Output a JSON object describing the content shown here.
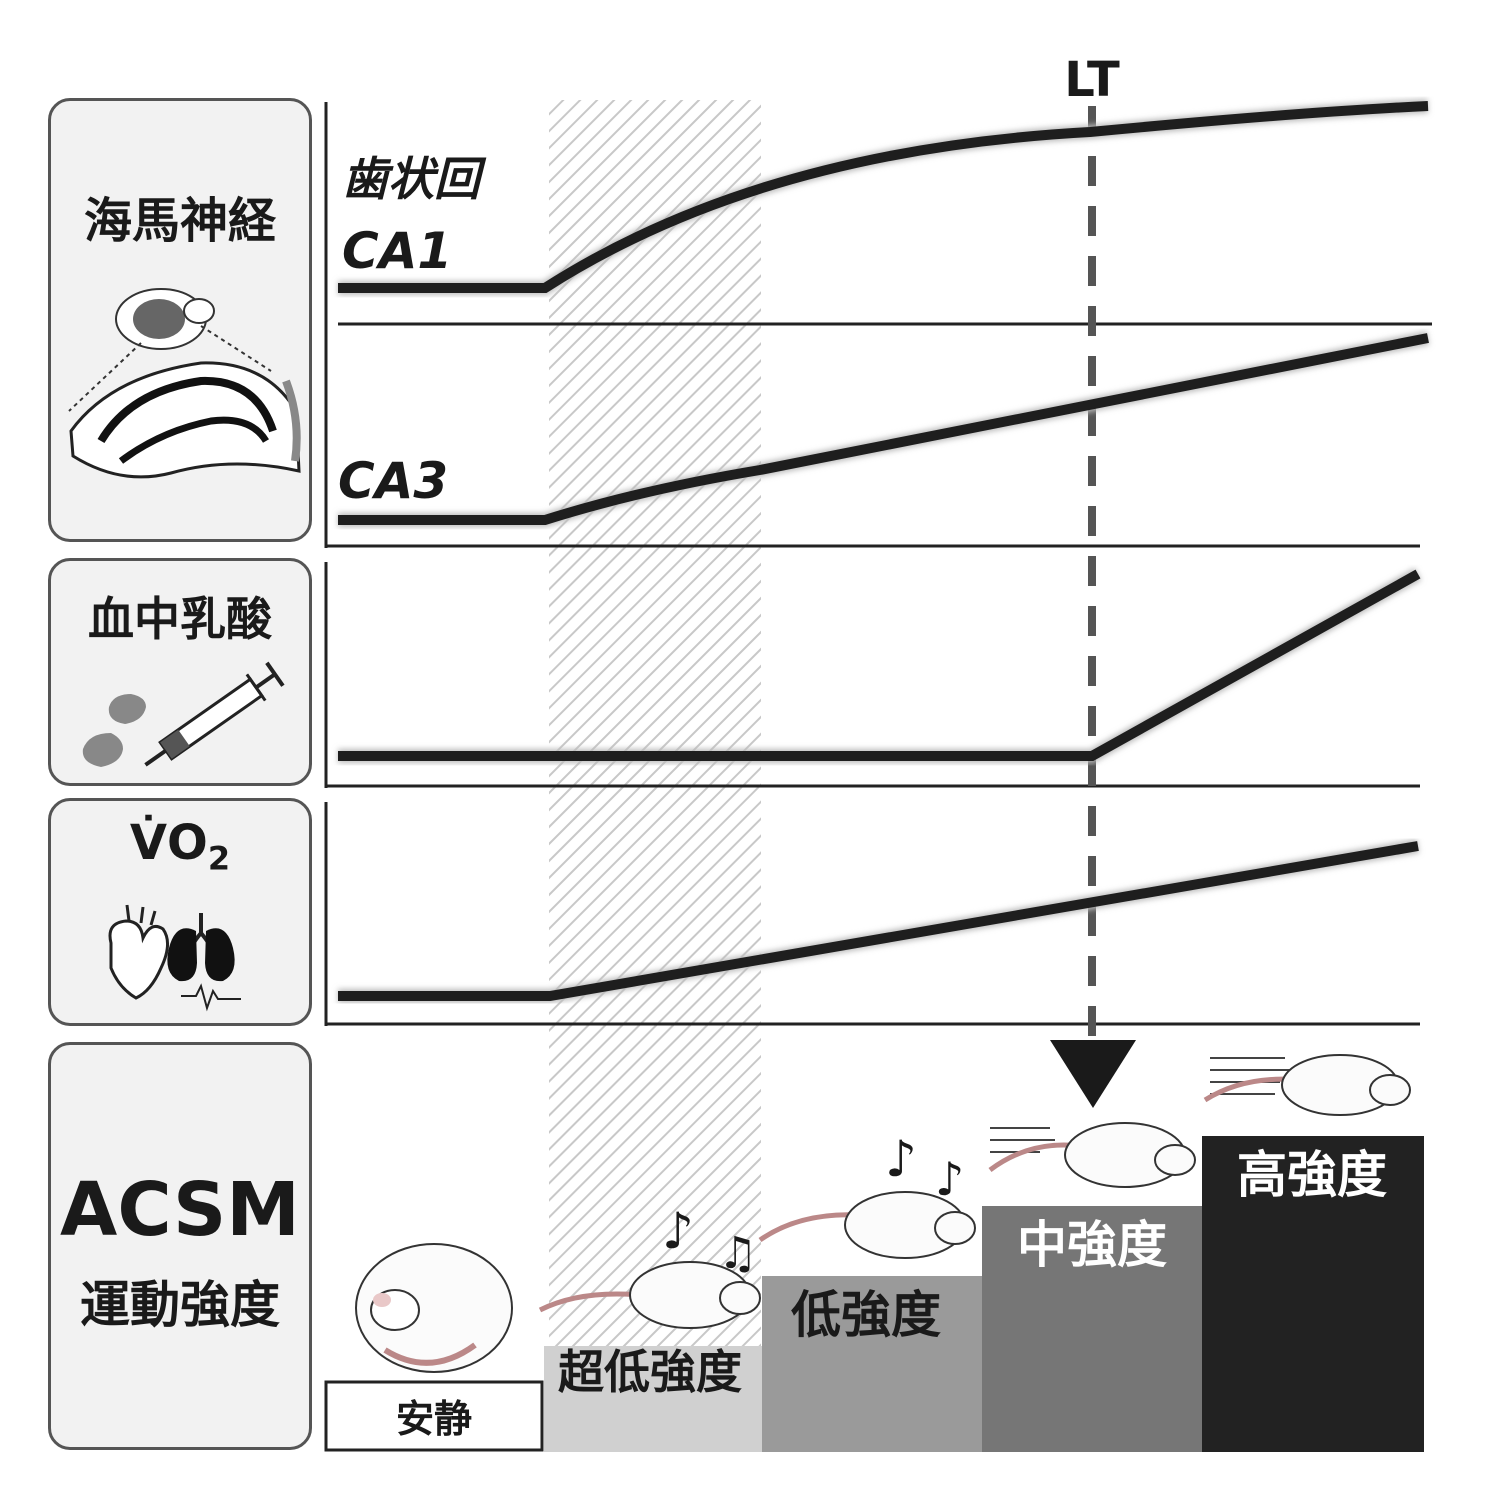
{
  "panels": {
    "hippocampus": {
      "label": "海馬神経",
      "icon": "brain-hippocampus-icon"
    },
    "lactate": {
      "label": "血中乳酸",
      "icon": "blood-syringe-icon"
    },
    "vo2": {
      "label_main": "V̇O",
      "label_sub": "2",
      "icon": "heart-lungs-icon"
    },
    "acsm": {
      "label_line1": "ACSM",
      "label_line2": "運動強度"
    }
  },
  "threshold": {
    "label": "LT"
  },
  "regions": {
    "dentate": "歯状回",
    "ca1": "CA1",
    "ca3": "CA3"
  },
  "intensity_levels": [
    {
      "label": "安静",
      "relative_level": 0.0,
      "color": "#ffffff"
    },
    {
      "label": "超低強度",
      "relative_level": 0.2,
      "color": "#d0d0d0"
    },
    {
      "label": "低強度",
      "relative_level": 0.4,
      "color": "#9a9a9a"
    },
    {
      "label": "中強度",
      "relative_level": 0.6,
      "color": "#767676"
    },
    {
      "label": "高強度",
      "relative_level": 0.8,
      "color": "#222222"
    }
  ],
  "colors": {
    "curve": "#1e1e1e",
    "threshold_line": "#555555",
    "hatch": "#c8c8c8"
  }
}
